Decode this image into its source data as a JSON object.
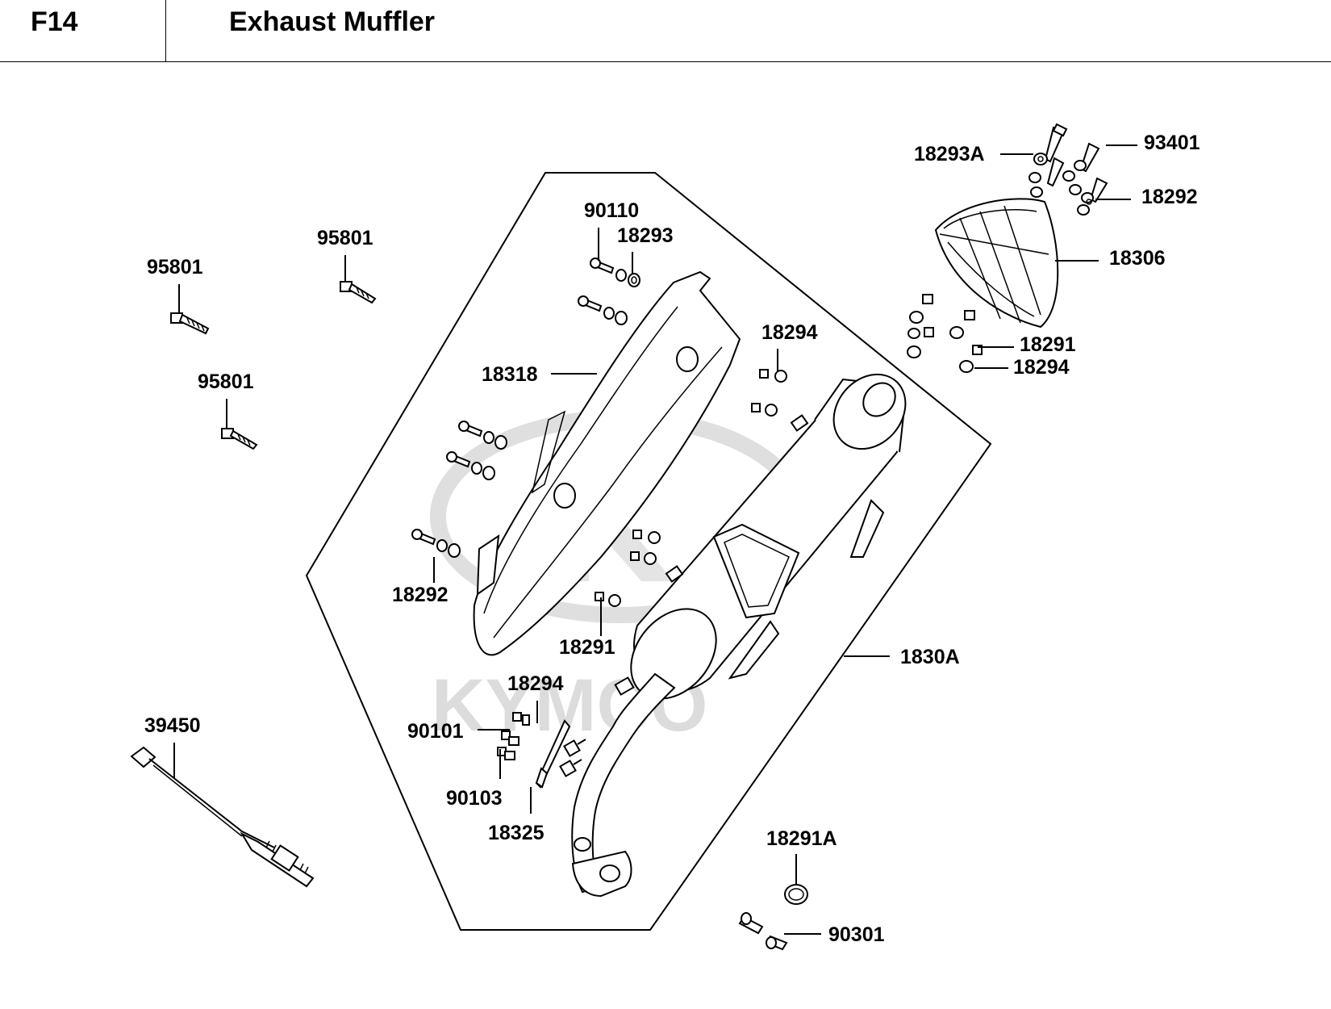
{
  "header": {
    "code": "F14",
    "title": "Exhaust Muffler"
  },
  "watermark": {
    "text": "KYMCO",
    "color": "#d9d9d9"
  },
  "callouts": {
    "c95801_a": "95801",
    "c95801_b": "95801",
    "c95801_c": "95801",
    "c39450": "39450",
    "c90110": "90110",
    "c18293": "18293",
    "c18318": "18318",
    "c18292_l": "18292",
    "c18291_m": "18291",
    "c18294_m": "18294",
    "c18294_b": "18294",
    "c90101": "90101",
    "c90103": "90103",
    "c18325": "18325",
    "c1830A": "1830A",
    "c18291A": "18291A",
    "c90301": "90301",
    "c18293A": "18293A",
    "c93401": "93401",
    "c18292_r": "18292",
    "c18306": "18306",
    "c18291_r": "18291",
    "c18294_r": "18294"
  }
}
